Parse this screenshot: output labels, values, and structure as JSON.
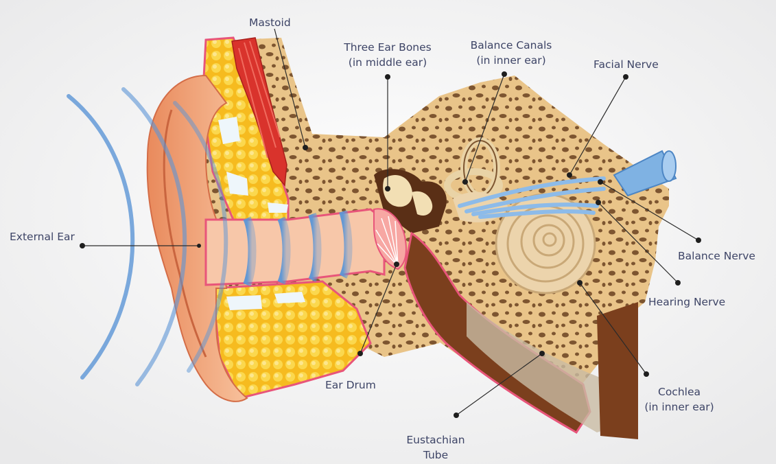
{
  "labels": {
    "mastoid": "Mastoid",
    "ear_bones": [
      "Three Ear Bones",
      "(in middle ear)"
    ],
    "balance_canals": [
      "Balance Canals",
      "(in inner ear)"
    ],
    "facial_nerve": "Facial Nerve",
    "external_ear": "External Ear",
    "balance_nerve": "Balance Nerve",
    "hearing_nerve": "Hearing Nerve",
    "cochlea": [
      "Cochlea",
      "(in inner ear)"
    ],
    "ear_drum": "Ear Drum",
    "eustachian_tube": [
      "Eustachian",
      "Tube"
    ]
  },
  "colors": {
    "label_text": "#3d4466",
    "leader_line": "#2a2a2a",
    "bone": "#e9c489",
    "bone_pore": "#7d5530",
    "fat": "#f9cf3a",
    "skin": "#f0a377",
    "muscle": "#d9332c",
    "lining": "#e8557a",
    "tube": "#7b3f1d",
    "nerve": "#7fb2e3",
    "sound_wave": "#5b95d6",
    "cochlea": "#ecd4ac"
  }
}
